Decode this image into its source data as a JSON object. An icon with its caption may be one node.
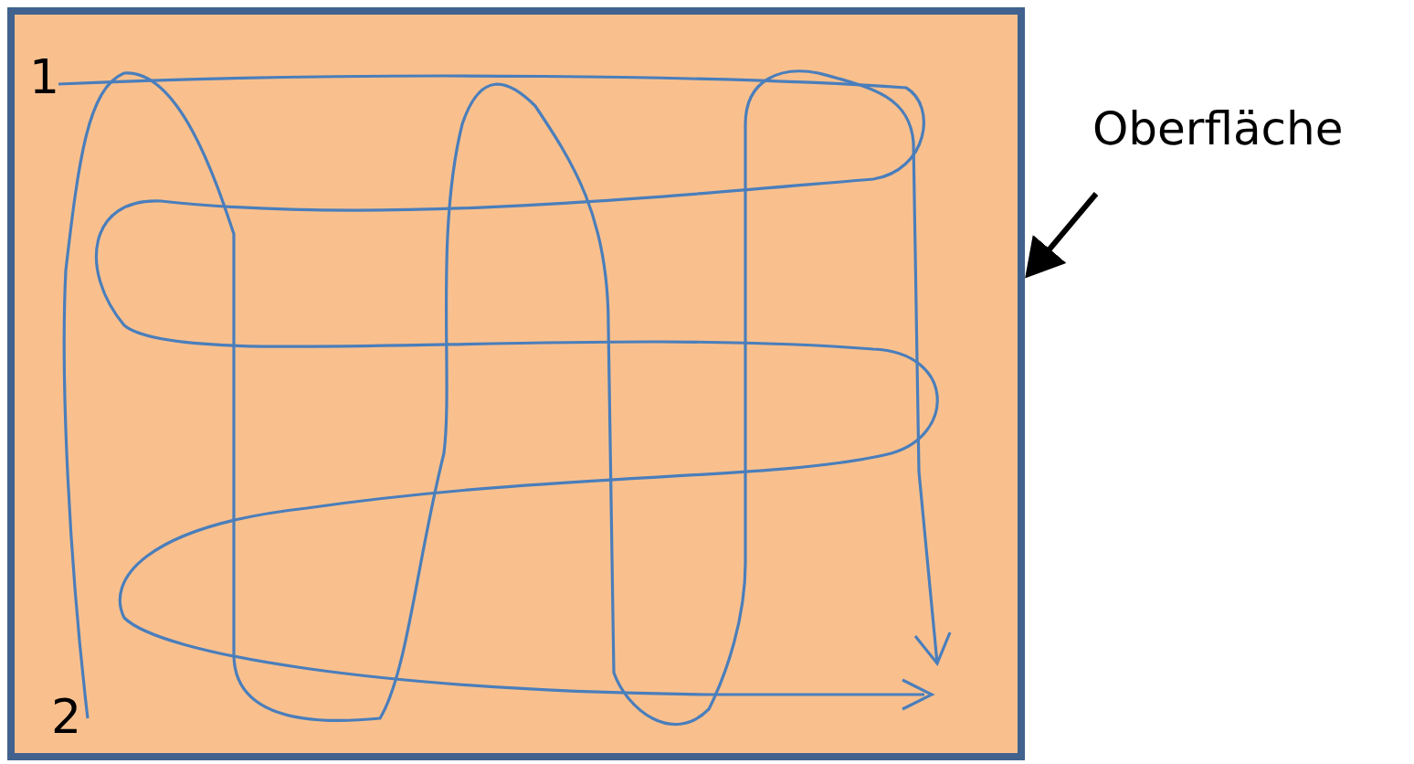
{
  "diagram": {
    "nodes": [
      {
        "text": [
          "Oberfläche"
        ]
      },
      {
        "text": [],
        "shape": "box"
      }
    ],
    "edges": [
      {
        "from": 0,
        "to": 1,
        "arrow": "to"
      }
    ],
    "labels": [
      "1",
      "2"
    ]
  }
}
